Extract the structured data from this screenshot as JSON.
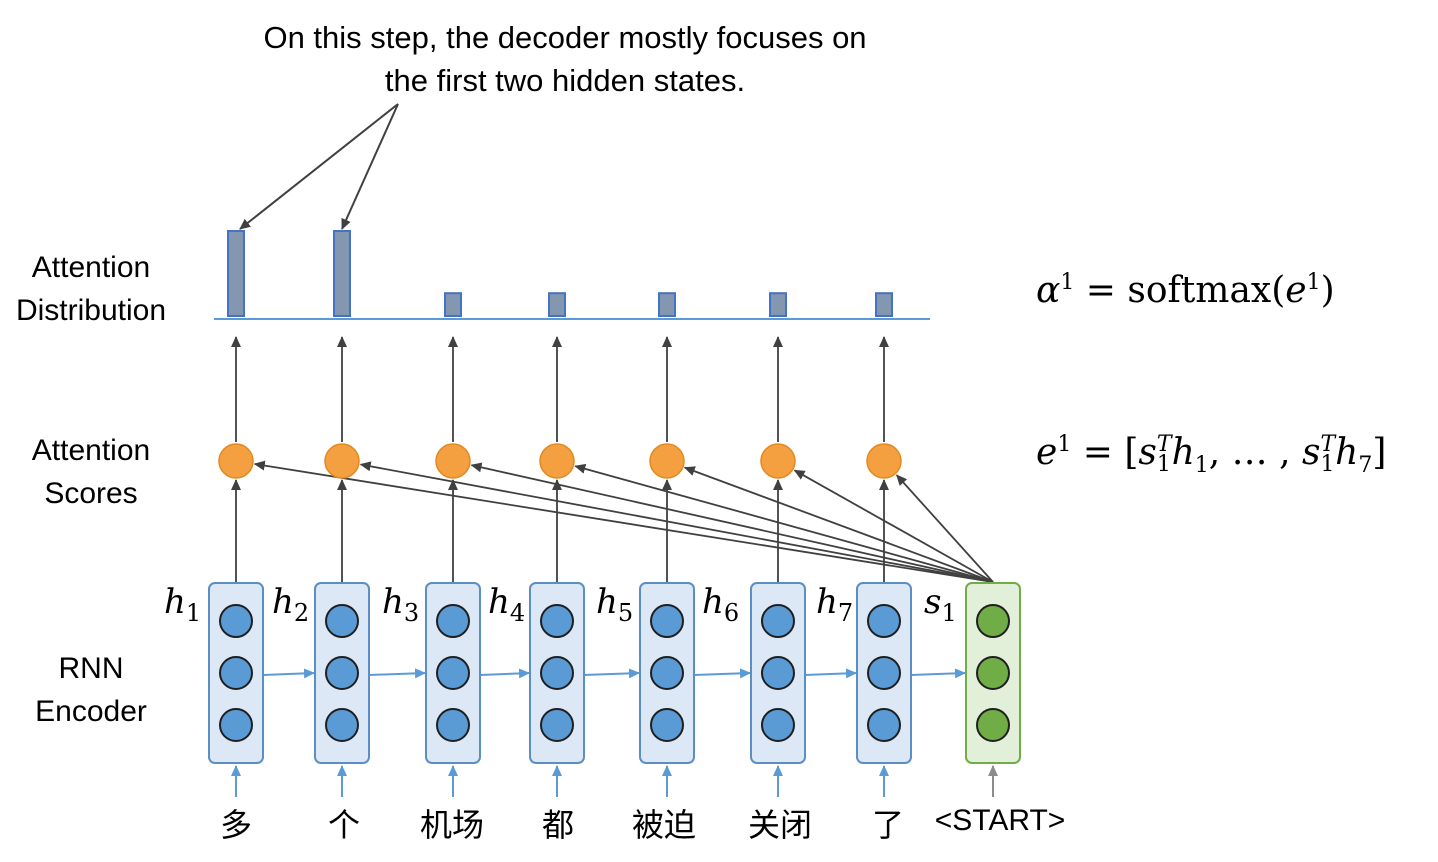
{
  "callout": {
    "line1": "On this step, the decoder mostly focuses on",
    "line2": "the first two hidden states."
  },
  "row_labels": {
    "distribution": [
      "Attention",
      "Distribution"
    ],
    "scores": [
      "Attention",
      "Scores"
    ],
    "encoder": [
      "RNN",
      "Encoder"
    ]
  },
  "equations": {
    "alpha": {
      "lhs": "α",
      "sup": "1",
      "rhs": " = softmax(",
      "e": "e",
      "esup": "1",
      "close": ")"
    },
    "e": {
      "lhs": "e",
      "sup": "1",
      "rhs": " = [",
      "s1": "s",
      "sub1": "1",
      "T1": "T",
      "h1": "h",
      "hsub1": "1",
      "mid": ", … , ",
      "s2": "s",
      "sub2": "1",
      "T2": "T",
      "h2": "h",
      "hsub2": "7",
      "close": "]"
    }
  },
  "hidden_labels": [
    {
      "var": "h",
      "sub": "1"
    },
    {
      "var": "h",
      "sub": "2"
    },
    {
      "var": "h",
      "sub": "3"
    },
    {
      "var": "h",
      "sub": "4"
    },
    {
      "var": "h",
      "sub": "5"
    },
    {
      "var": "h",
      "sub": "6"
    },
    {
      "var": "h",
      "sub": "7"
    },
    {
      "var": "s",
      "sub": "1"
    }
  ],
  "source_words": [
    "多",
    "个",
    "机场",
    "都",
    "被迫",
    "关闭",
    "了",
    "<START>"
  ],
  "attention_distribution": [
    0.41,
    0.41,
    0.11,
    0.11,
    0.11,
    0.11,
    0.11
  ],
  "colors": {
    "encoder_fill": "#dce8f6",
    "encoder_stroke": "#5b8fc4",
    "encoder_node": "#5b9bd5",
    "decoder_fill": "#e2efd9",
    "decoder_stroke": "#70ad47",
    "decoder_node": "#70ad47",
    "score_node": "#f4a040",
    "bar_fill": "#8497b0",
    "bar_stroke": "#4472c4",
    "baseline": "#5b9bd5",
    "arrow_dark": "#404040",
    "arrow_blue": "#5b9bd5"
  }
}
